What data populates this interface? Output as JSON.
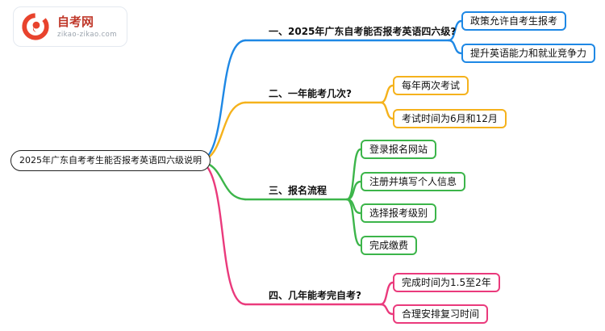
{
  "logo": {
    "title": "自考网",
    "subtitle": "zikao-zikao.com",
    "brand_color": "#c0392b",
    "icon_color": "#e8432d"
  },
  "center": {
    "title": "2025年广东自考考生能否报考英语四六级说明"
  },
  "branches": [
    {
      "label": "一、2025年广东自考能否报考英语四六级?",
      "color": "#1e88e5",
      "children": [
        "政策允许自考生报考",
        "提升英语能力和就业竞争力"
      ]
    },
    {
      "label": "二、一年能考几次?",
      "color": "#f5b21c",
      "children": [
        "每年两次考试",
        "考试时间为6月和12月"
      ]
    },
    {
      "label": "三、报名流程",
      "color": "#3cb54a",
      "children": [
        "登录报名网站",
        "注册并填写个人信息",
        "选择报考级别",
        "完成缴费"
      ]
    },
    {
      "label": "四、几年能考完自考?",
      "color": "#ea3a7c",
      "children": [
        "完成时间为1.5至2年",
        "合理安排复习时间"
      ]
    }
  ]
}
